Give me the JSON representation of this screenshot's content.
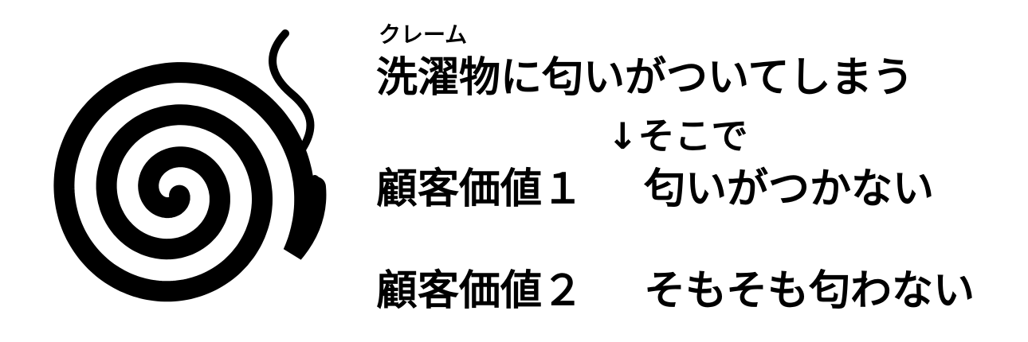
{
  "icon": "mosquito-coil-icon",
  "complaint_label": "クレーム",
  "complaint_text": "洗濯物に匂いがついてしまう",
  "transition_text": "↓そこで",
  "values": [
    {
      "label": "顧客価値１",
      "text": "匂いがつかない"
    },
    {
      "label": "顧客価値２",
      "text": "そもそも匂わない"
    }
  ],
  "colors": {
    "foreground": "#000000",
    "background": "#ffffff"
  }
}
